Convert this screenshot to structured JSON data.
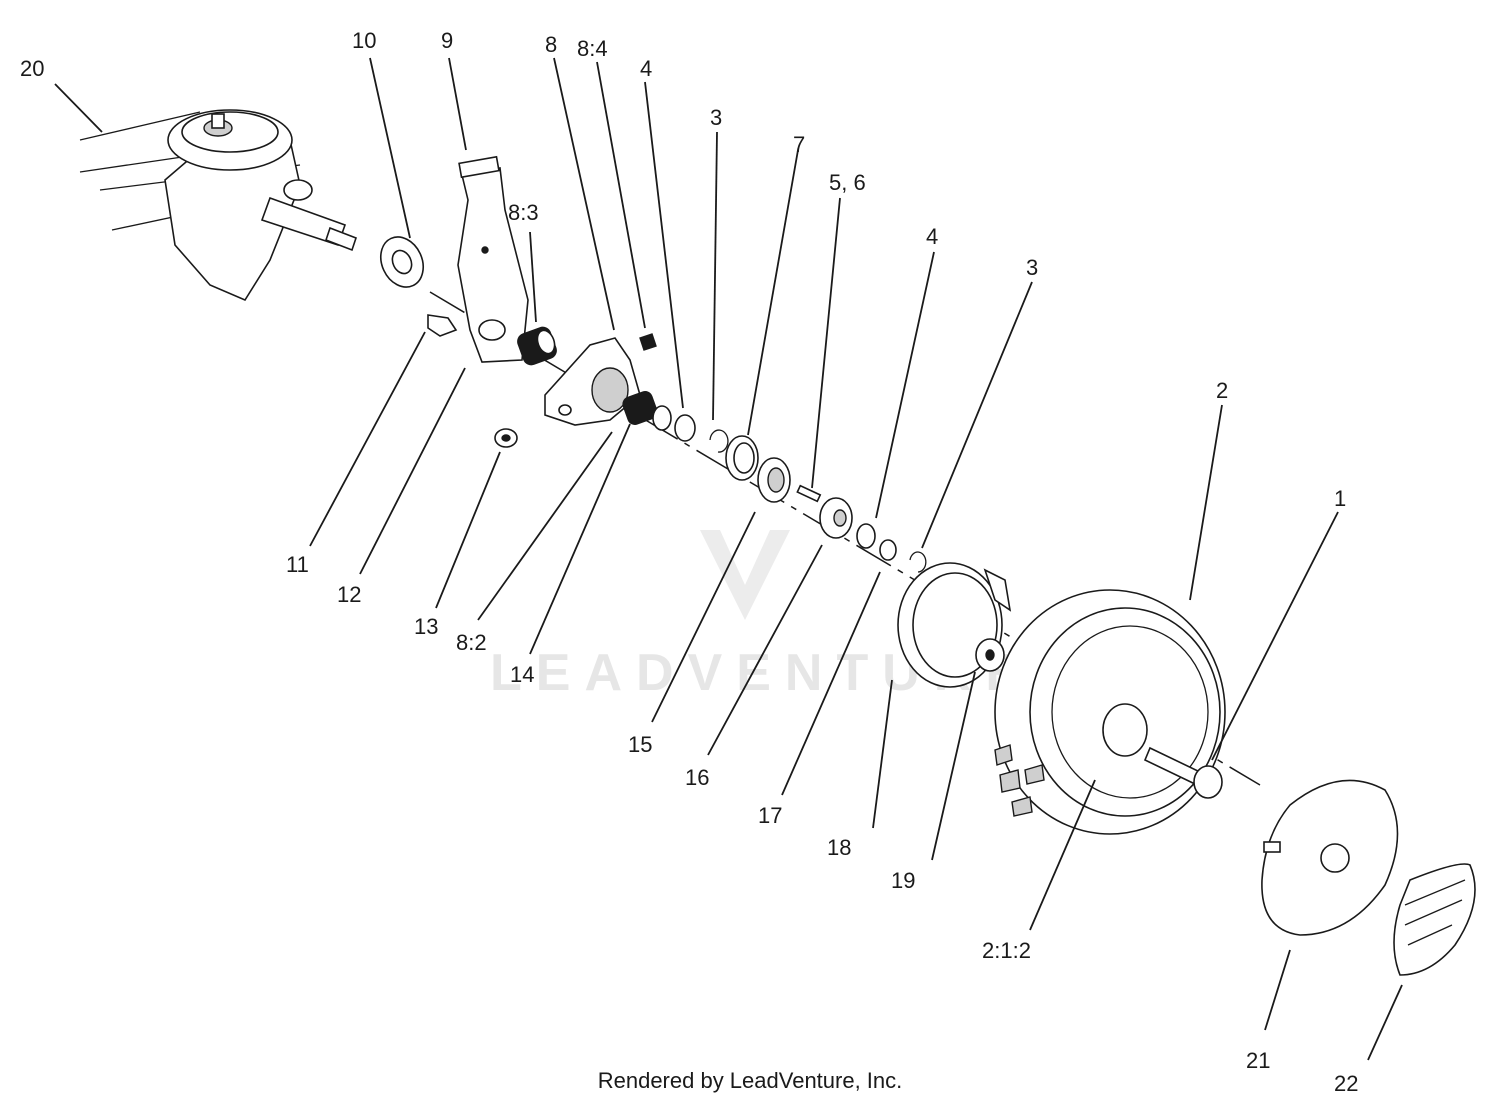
{
  "watermark": "LEADVENTURE",
  "footer": "Rendered by LeadVenture, Inc.",
  "callouts": {
    "c20": "20",
    "c10": "10",
    "c9": "9",
    "c8": "8",
    "c8_4": "8:4",
    "c4a": "4",
    "c3a": "3",
    "c7": "7",
    "c5_6": "5, 6",
    "c8_3": "8:3",
    "c4b": "4",
    "c3b": "3",
    "c2": "2",
    "c1": "1",
    "c11": "11",
    "c12": "12",
    "c13": "13",
    "c8_2": "8:2",
    "c14": "14",
    "c15": "15",
    "c16": "16",
    "c17": "17",
    "c18": "18",
    "c19": "19",
    "c2_1_2": "2:1:2",
    "c21": "21",
    "c22": "22"
  }
}
